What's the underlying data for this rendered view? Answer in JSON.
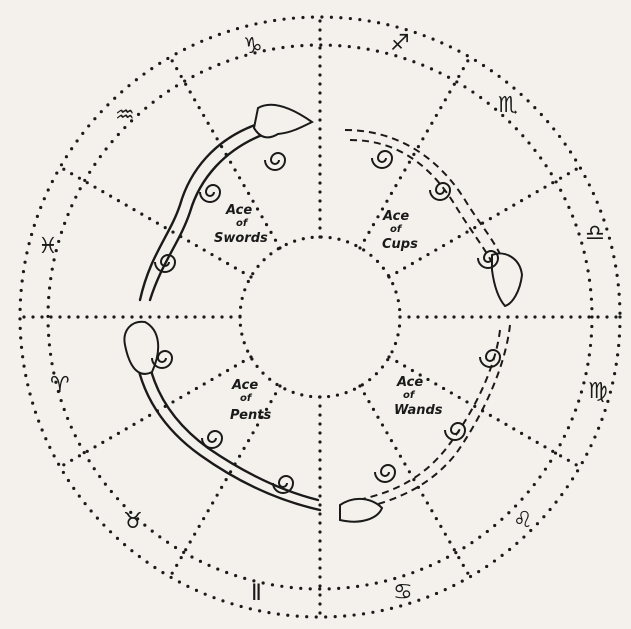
{
  "signs": [
    {
      "key": "capricorn",
      "glyph": "♑"
    },
    {
      "key": "sagittarius",
      "glyph": "♐"
    },
    {
      "key": "scorpio",
      "glyph": "♏"
    },
    {
      "key": "libra",
      "glyph": "♎"
    },
    {
      "key": "virgo",
      "glyph": "♍"
    },
    {
      "key": "leo",
      "glyph": "♌"
    },
    {
      "key": "cancer",
      "glyph": "♋"
    },
    {
      "key": "gemini",
      "glyph": "Ⅱ"
    },
    {
      "key": "taurus",
      "glyph": "♉"
    },
    {
      "key": "aries",
      "glyph": "♈"
    },
    {
      "key": "pisces",
      "glyph": "♓"
    },
    {
      "key": "aquarius",
      "glyph": "♒"
    }
  ],
  "aces": {
    "swords": {
      "l1": "Ace",
      "l2": "of",
      "l3": "Swords"
    },
    "cups": {
      "l1": "Ace",
      "l2": "of",
      "l3": "Cups"
    },
    "pents": {
      "l1": "Ace",
      "l2": "of",
      "l3": "Pents"
    },
    "wands": {
      "l1": "Ace",
      "l2": "of",
      "l3": "Wands"
    }
  },
  "colors": {
    "ink": "#1a1a1a",
    "paper": "#f4f1ec"
  }
}
